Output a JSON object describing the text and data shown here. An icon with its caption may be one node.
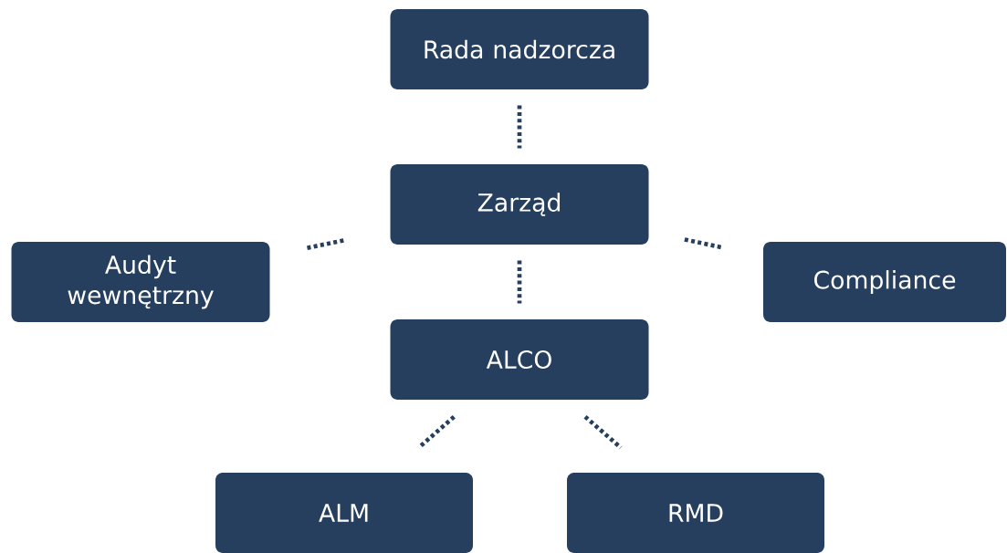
{
  "diagram": {
    "nodes": [
      {
        "text": [
          "Rada nadzorcza"
        ]
      },
      {
        "text": [
          "Zarząd"
        ]
      },
      {
        "text": [
          "Audyt wewnętrzny"
        ]
      },
      {
        "text": [
          "Compliance"
        ]
      },
      {
        "text": [
          "ALCO"
        ]
      },
      {
        "text": [
          "ALM"
        ]
      },
      {
        "text": [
          "RMD"
        ]
      }
    ],
    "edges": [
      {
        "from": 0,
        "to": 1,
        "arrow": "none"
      },
      {
        "from": 1,
        "to": 2,
        "arrow": "none"
      },
      {
        "from": 1,
        "to": 3,
        "arrow": "none"
      },
      {
        "from": 1,
        "to": 4,
        "arrow": "none"
      },
      {
        "from": 4,
        "to": 5,
        "arrow": "none"
      },
      {
        "from": 4,
        "to": 6,
        "arrow": "none"
      }
    ]
  }
}
